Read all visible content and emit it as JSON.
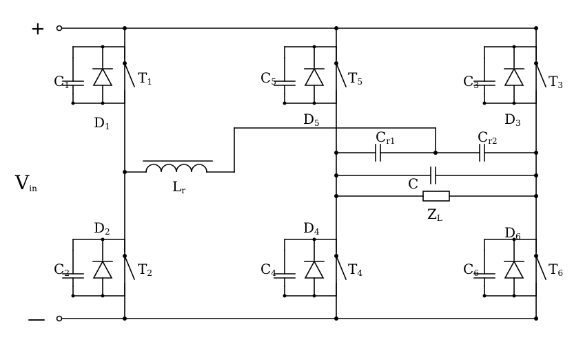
{
  "terminals": {
    "plus": "+",
    "minus": "—"
  },
  "input_label": {
    "main": "V",
    "sub": "in"
  },
  "cells": [
    {
      "id": "c1",
      "cap": "C",
      "cap_sub": "1",
      "sw": "T",
      "sw_sub": "1",
      "diode": "D",
      "diode_sub": "1"
    },
    {
      "id": "c5",
      "cap": "C",
      "cap_sub": "5",
      "sw": "T",
      "sw_sub": "5",
      "diode": "D",
      "diode_sub": "5"
    },
    {
      "id": "c3",
      "cap": "C",
      "cap_sub": "3",
      "sw": "T",
      "sw_sub": "3",
      "diode": "D",
      "diode_sub": "3"
    },
    {
      "id": "c2",
      "cap": "C",
      "cap_sub": "2",
      "sw": "T",
      "sw_sub": "2",
      "diode": "D",
      "diode_sub": "2"
    },
    {
      "id": "c4",
      "cap": "C",
      "cap_sub": "4",
      "sw": "T",
      "sw_sub": "4",
      "diode": "D",
      "diode_sub": "4"
    },
    {
      "id": "c6",
      "cap": "C",
      "cap_sub": "6",
      "sw": "T",
      "sw_sub": "6",
      "diode": "D",
      "diode_sub": "6"
    }
  ],
  "inductor": {
    "main": "L",
    "sub": "r"
  },
  "resonant_caps": [
    {
      "main": "C",
      "sub": "r1"
    },
    {
      "main": "C",
      "sub": "r2"
    }
  ],
  "load_cap": {
    "main": "C"
  },
  "load": {
    "main": "Z",
    "sub": "L"
  }
}
